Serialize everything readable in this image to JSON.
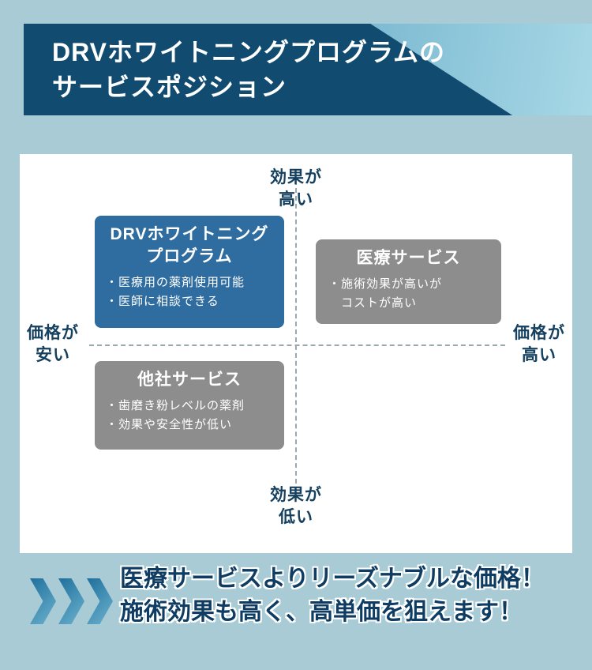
{
  "header": {
    "title": "DRVホワイトニングプログラムの\nサービスポジション"
  },
  "map": {
    "axes": {
      "top": "効果が\n高い",
      "bottom": "効果が\n低い",
      "left": "価格が\n安い",
      "right": "価格が\n高い"
    },
    "boxes": {
      "drv": {
        "title": "DRVホワイトニング\nプログラム",
        "points": [
          "・医療用の薬剤使用可能",
          "・医師に相談できる"
        ]
      },
      "medical": {
        "title": "医療サービス",
        "points": [
          "・施術効果が高いが",
          "　コストが高い"
        ]
      },
      "competitor": {
        "title": "他社サービス",
        "points": [
          "・歯磨き粉レベルの薬剤",
          "・効果や安全性が低い"
        ]
      }
    }
  },
  "footer": {
    "message": "医療サービスよりリーズナブルな価格！\n施術効果も高く、高単価を狙えます！"
  },
  "colors": {
    "page_bg": "#a9cbd5",
    "banner_dark": "#114b70",
    "banner_accent_light": "#a7d8e6",
    "panel_bg": "#ffffff",
    "drv_box": "#2f6da0",
    "gray_box": "#8d8d8d",
    "axis_text": "#16405f",
    "footer_text": "#0e3c62",
    "chevron_dark": "#1f6f9c",
    "chevron_light": "#6db3cf"
  }
}
